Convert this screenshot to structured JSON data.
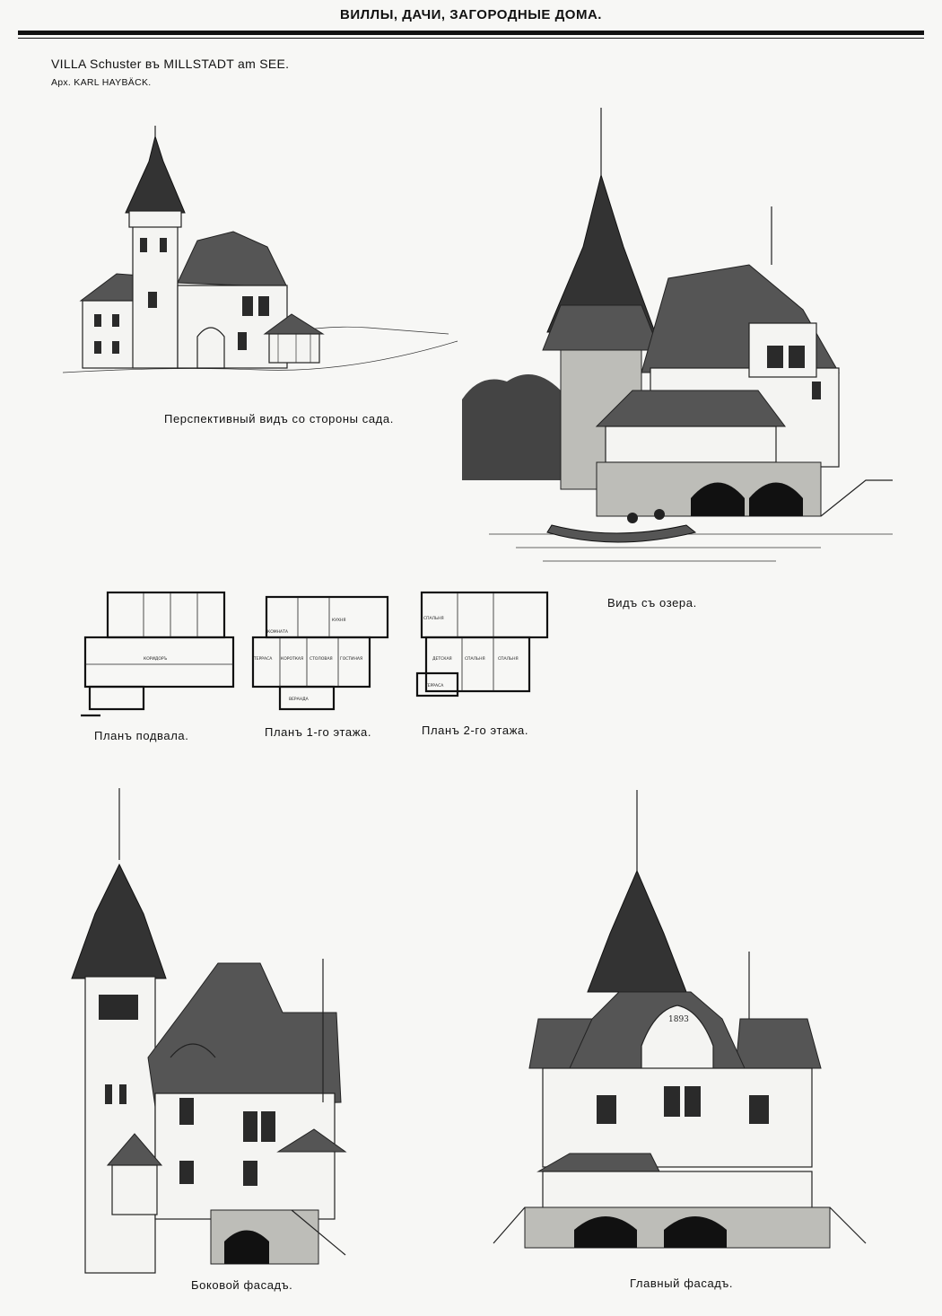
{
  "header": {
    "title": "ВИЛЛЫ, ДАЧИ, ЗАГОРОДНЫЕ ДОМА."
  },
  "villa": {
    "title": "VILLA Schuster въ MILLSTADT  am SEE.",
    "architect": "Арх. KARL HAYBÄCK."
  },
  "illustrations": {
    "garden_perspective": {
      "caption": "Перспективный видъ со стороны сада."
    },
    "lake_view": {
      "caption": "Видъ съ озера."
    },
    "side_facade": {
      "caption": "Боковой фасадъ."
    },
    "main_facade": {
      "caption": "Главный фасадъ.",
      "year": "1893"
    }
  },
  "plans": {
    "basement": {
      "caption": "Планъ подвала.",
      "rooms": [
        "КОРИДОРЪ"
      ]
    },
    "first_floor": {
      "caption": "Планъ 1-го этажа.",
      "rooms": [
        "КОМНАТА",
        "КУХНЯ",
        "ТЕРРАСА",
        "КОРОТКАЯ",
        "СТОЛОВАЯ",
        "ГОСТИНАЯ",
        "ВЕРАНДА"
      ]
    },
    "second_floor": {
      "caption": "Планъ 2-го этажа.",
      "rooms": [
        "СПАЛЬНЯ",
        "ДЕТСКАЯ",
        "СПАЛЬНЯ",
        "СПАЛЬНЯ",
        "ТЕРРАСА"
      ]
    }
  }
}
